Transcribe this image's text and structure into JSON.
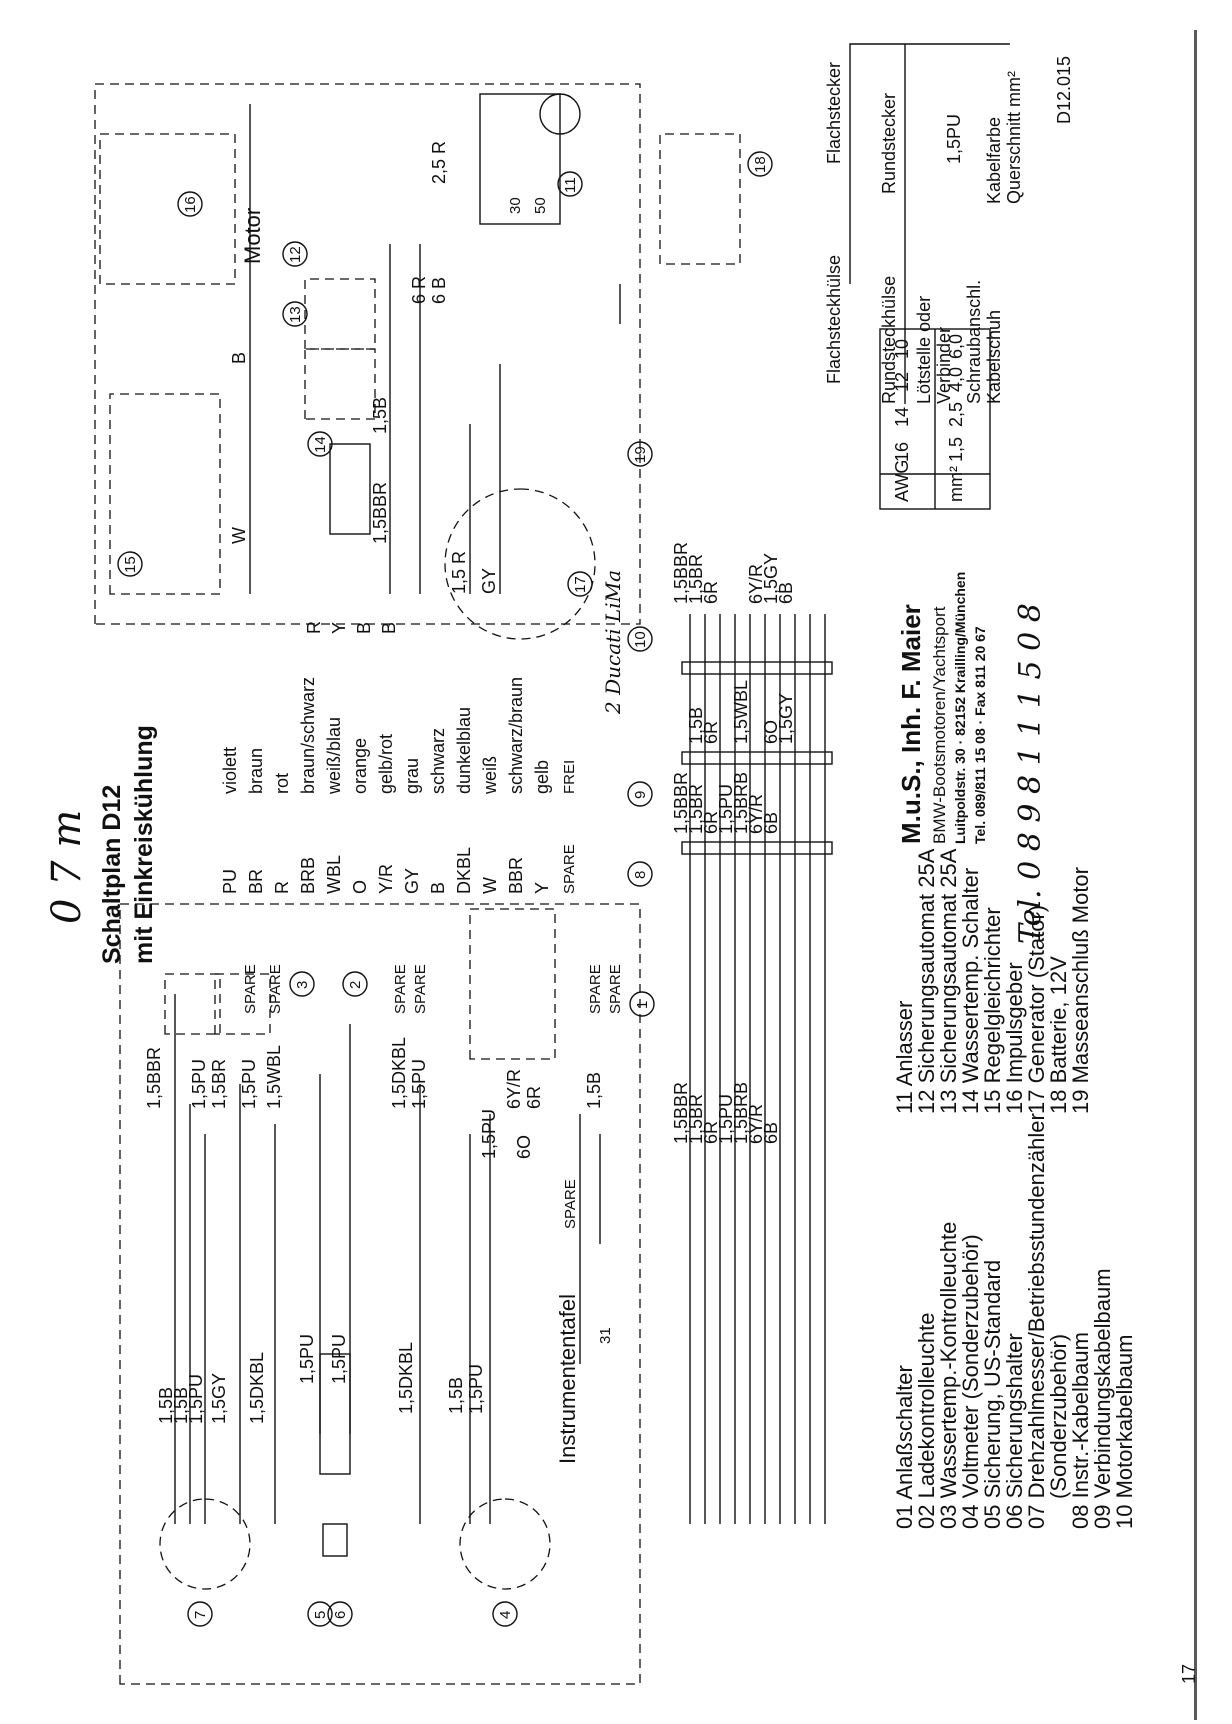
{
  "title": {
    "line1": "Schaltplan D12",
    "line2": "mit Einkreiskühlung"
  },
  "handwritten": {
    "top": "0 7 m",
    "phone": "Tel. 0 8 9 8 1 1 1 5 0 8",
    "ducati": "2 Ducati LiMa"
  },
  "sections": {
    "motor": "Motor",
    "instrumententafel": "Instrumententafel"
  },
  "doc_code": "D12.015",
  "page_number": "17",
  "colors": [
    {
      "code": "PU",
      "name": "violett"
    },
    {
      "code": "BR",
      "name": "braun"
    },
    {
      "code": "R",
      "name": "rot"
    },
    {
      "code": "BRB",
      "name": "braun/schwarz"
    },
    {
      "code": "WBL",
      "name": "weiß/blau"
    },
    {
      "code": "O",
      "name": "orange"
    },
    {
      "code": "Y/R",
      "name": "gelb/rot"
    },
    {
      "code": "GY",
      "name": "grau"
    },
    {
      "code": "B",
      "name": "schwarz"
    },
    {
      "code": "DKBL",
      "name": "dunkelblau"
    },
    {
      "code": "W",
      "name": "weiß"
    },
    {
      "code": "BBR",
      "name": "schwarz/braun"
    },
    {
      "code": "Y",
      "name": "gelb"
    },
    {
      "code": "SPARE",
      "name": "FREI"
    }
  ],
  "components_a": [
    "01 Anlaßschalter",
    "02 Ladekontrolleuchte",
    "03 Wassertemp.-Kontrolleuchte",
    "04 Voltmeter (Sonderzubehör)",
    "05 Sicherung, US-Standard",
    "06 Sicherungshalter",
    "07 Drehzahlmesser/Betriebsstundenzähler",
    "(Sonderzubehör)",
    "08 Instr.-Kabelbaum",
    "09 Verbindungskabelbaum",
    "10 Motorkabelbaum"
  ],
  "components_b": [
    "11 Anlasser",
    "12 Sicherungsautomat 25A",
    "13 Sicherungsautomat 25A",
    "14 Wassertemp. Schalter",
    "15 Regelgleichrichter",
    "16 Impulsgeber",
    "17 Generator (Stator)",
    "18 Batterie, 12V",
    "19 Masseanschluß Motor"
  ],
  "stamp": {
    "line1": "M.u.S., Inh. F. Maier",
    "line2": "BMW-Bootsmotoren/Yachtsport",
    "line3": "Luitpoldstr. 30 · 82152 Krailling/München",
    "line4": "Tel. 089/811 15 08 · Fax 811 20 67"
  },
  "awg_table": {
    "headers": [
      "AWG",
      "mm²"
    ],
    "rows": [
      [
        "16",
        "1,5"
      ],
      [
        "14",
        "2,5"
      ],
      [
        "12",
        "4,0"
      ],
      [
        "10",
        "6,0"
      ]
    ]
  },
  "legend": {
    "flachsteckhuelse": "Flachsteckhülse",
    "flachstecker": "Flachstecker",
    "rundsteckhuelse": "Rundsteckhülse",
    "rundstecker": "Rundstecker",
    "loetstelle": "Lötstelle oder",
    "verbinder": "Verbinder",
    "schraubanschl": "Schraubanschl.",
    "kabelschuh": "Kabelschuh",
    "wire_example": "1,5PU",
    "kabelfarbe": "Kabelfarbe",
    "querschnitt": "Querschnitt  mm²"
  },
  "circle_labels": [
    "1",
    "2",
    "3",
    "4",
    "5",
    "6",
    "7",
    "8",
    "9",
    "10",
    "11",
    "12",
    "13",
    "14",
    "15",
    "16",
    "17",
    "18",
    "19"
  ],
  "wire_labels": {
    "w_1_5bbr": "1,5BBR",
    "w_1_5b": "1,5B",
    "w_6r": "6R",
    "w_1_5pu": "1,5PU",
    "w_1_5brb": "1,5BRB",
    "w_1_5wbl": "1,5WBL",
    "w_6o": "6O",
    "w_6yr": "6Y/R",
    "w_1_5gy": "1,5GY",
    "w_6b": "6B",
    "w_1_5br": "1,5BR",
    "w_1_5dkbl": "1,5DKBL",
    "w_2_5r": "2,5 R",
    "w_6rr": "6 R",
    "w_6b_b": "6 B",
    "w_1_5r": "1,5 R",
    "w_gy": "GY",
    "w_b": "B",
    "w_w": "W",
    "w_r": "R",
    "w_y": "Y",
    "w_spare": "SPARE",
    "w_30": "30",
    "w_50": "50",
    "w_31": "31"
  }
}
